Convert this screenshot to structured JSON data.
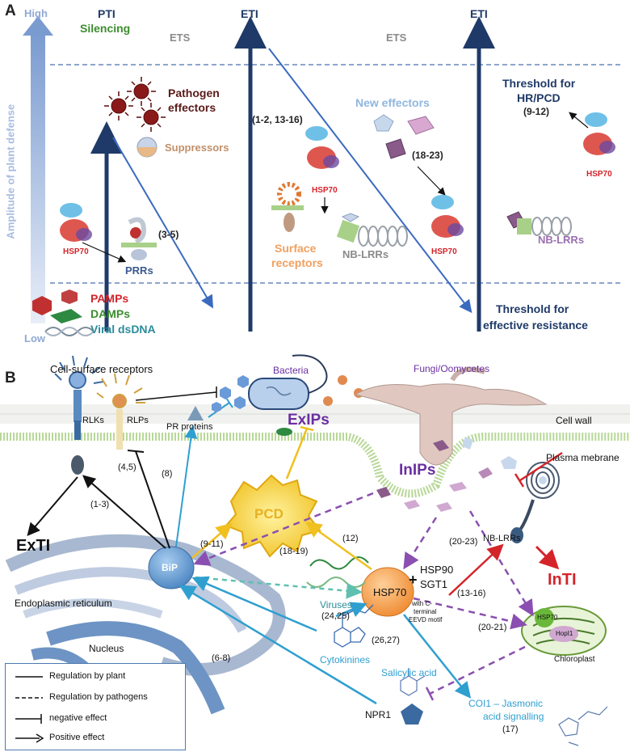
{
  "panel_a": {
    "label": "A",
    "high": "High",
    "low": "Low",
    "y_axis": "Amplitude of plant defense",
    "pti": "PTI",
    "silencing": "Silencing",
    "ets1": "ETS",
    "eti1": "ETI",
    "ets2": "ETS",
    "eti2": "ETI",
    "pathogen_effectors": [
      "Pathogen",
      "effectors"
    ],
    "suppressors": "Suppressors",
    "new_effectors": "New effectors",
    "threshold_hr": [
      "Threshold for",
      "HR/PCD"
    ],
    "ref_9_12": "(9-12)",
    "ref_1_2": [
      "(1-2, 13-16)"
    ],
    "ref_18_23": "(18-23)",
    "ref_3_5": "(3-5)",
    "hsp70": "HSP70",
    "prrs": "PRRs",
    "surface_receptors": [
      "Surface",
      "receptors"
    ],
    "nb_lrrs": "NB-LRRs",
    "pamps": "PAMPs",
    "damps": "DAMPs",
    "viral_dsdna": "Viral dsDNA",
    "threshold_effective": [
      "Threshold for",
      "effective resistance"
    ]
  },
  "panel_b": {
    "label": "B",
    "cell_surface_receptors": "Cell-surface receptors",
    "bacteria": "Bacteria",
    "fungi": "Fungi/Oomycetes",
    "rlks": "RLKs",
    "rlps": "RLPs",
    "pr_proteins": "PR proteins",
    "exips": "ExIPs",
    "cell_wall": "Cell wall",
    "plasma_membrane": "Plasma mebrane",
    "inips": "InIPs",
    "ref_4_5": "(4,5)",
    "ref_8": "(8)",
    "ref_1_3": "(1-3)",
    "exti": "ExTI",
    "pcd": "PCD",
    "ref_9_11": "(9-11)",
    "ref_12": "(12)",
    "ref_18_19": "(18-19)",
    "ref_20_23": "(20-23)",
    "nb_lrrs": "NB-LRRs",
    "inti": "InTI",
    "hsp90": "HSP90",
    "sgt1": "SGT1",
    "plus": "+",
    "ref_13_16": "(13-16)",
    "bip": "BiP",
    "er": "Endoplasmic reticulum",
    "viruses": "Viruses",
    "ref_24_25": "(24,25)",
    "hsp70": "HSP70",
    "eevd": [
      "with C-",
      "terminal",
      "EEVD motif"
    ],
    "ref_20_21": "(20-21)",
    "hsp70_small": "HSP70",
    "hopi1": "HopI1",
    "chloroplast": "Chloroplast",
    "nucleus": "Nucleus",
    "ref_6_8": "(6-8)",
    "ref_26_27": "(26,27)",
    "cytokinines": "Cytokinines",
    "salicylic": "Salicylic acid",
    "coi1": [
      "COI1 – Jasmonic",
      "acid signalling"
    ],
    "ref_17": "(17)",
    "npr1": "NPR1"
  },
  "legend": {
    "items": [
      "Regulation by plant",
      "Regulation by pathogens",
      "negative effect",
      "Positive effect"
    ]
  },
  "colors": {
    "navy": "#1f3a68",
    "red": "#d4242a",
    "purple": "#8a4fb0",
    "blue_arrow": "#2f9fd0",
    "yellow": "#f0c020",
    "teal_dash": "#5fc0b0"
  }
}
